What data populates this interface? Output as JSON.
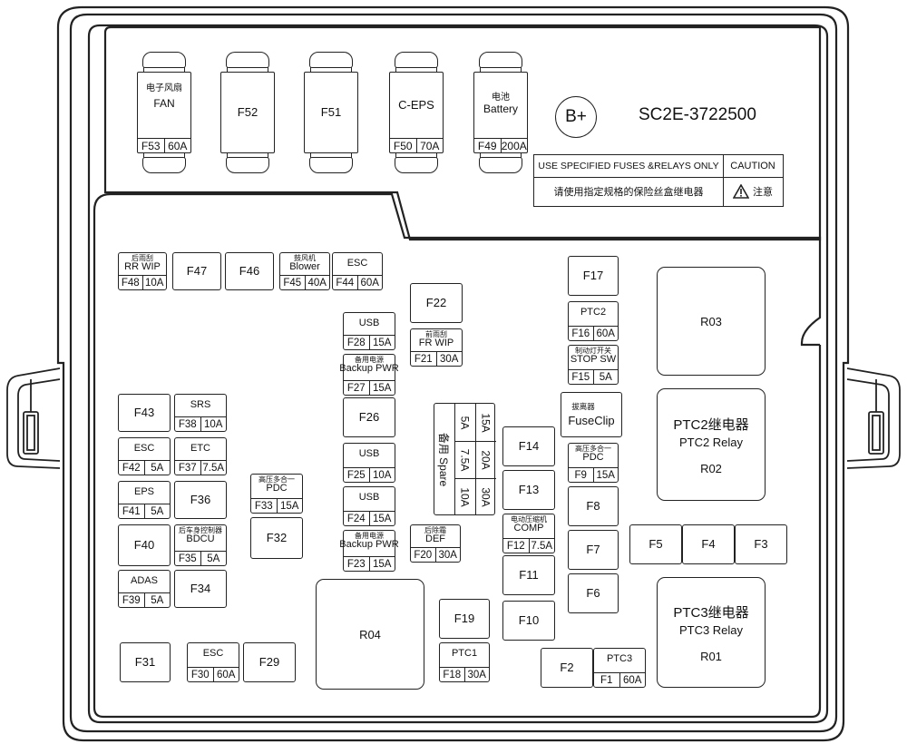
{
  "part_number": "SC2E-3722500",
  "bplus": "B+",
  "caution": {
    "en": "USE SPECIFIED FUSES &RELAYS ONLY",
    "cn": "请使用指定规格的保险丝盒继电器",
    "caution": "CAUTION",
    "warn_cn": "注意"
  },
  "big_fuses": [
    {
      "id": "F53",
      "cn": "电子风扇",
      "en": "FAN",
      "amp": "60A"
    },
    {
      "id": "F52",
      "cn": "",
      "en": "",
      "amp": ""
    },
    {
      "id": "F51",
      "cn": "",
      "en": "",
      "amp": ""
    },
    {
      "id": "F50",
      "cn": "",
      "en": "C-EPS",
      "amp": "70A"
    },
    {
      "id": "F49",
      "cn": "电池",
      "en": "Battery",
      "amp": "200A"
    }
  ],
  "fuses": [
    {
      "key": "f48",
      "id": "F48",
      "cn": "后雨刮",
      "en": "RR WIP",
      "amp": "10A"
    },
    {
      "key": "f47",
      "id": "F47"
    },
    {
      "key": "f46",
      "id": "F46"
    },
    {
      "key": "f45",
      "id": "F45",
      "cn": "鼓风机",
      "en": "Blower",
      "amp": "40A"
    },
    {
      "key": "f44",
      "id": "F44",
      "en": "ESC",
      "amp": "60A"
    },
    {
      "key": "f22",
      "id": "F22"
    },
    {
      "key": "f28",
      "id": "F28",
      "en": "USB",
      "amp": "15A"
    },
    {
      "key": "f21",
      "id": "F21",
      "cn": "前雨刮",
      "en": "FR WIP",
      "amp": "30A"
    },
    {
      "key": "f27",
      "id": "F27",
      "cn": "备用电源",
      "en": "Backup PWR",
      "amp": "15A"
    },
    {
      "key": "f26",
      "id": "F26"
    },
    {
      "key": "f25",
      "id": "F25",
      "en": "USB",
      "amp": "10A"
    },
    {
      "key": "f24",
      "id": "F24",
      "en": "USB",
      "amp": "15A"
    },
    {
      "key": "f23",
      "id": "F23",
      "cn": "备用电源",
      "en": "Backup PWR",
      "amp": "15A"
    },
    {
      "key": "f20",
      "id": "F20",
      "cn": "后除霜",
      "en": "DEF",
      "amp": "30A"
    },
    {
      "key": "f17",
      "id": "F17"
    },
    {
      "key": "f16",
      "id": "F16",
      "en": "PTC2",
      "amp": "60A"
    },
    {
      "key": "f15",
      "id": "F15",
      "cn": "制动灯开关",
      "en": "STOP SW",
      "amp": "5A"
    },
    {
      "key": "f43",
      "id": "F43"
    },
    {
      "key": "f38",
      "id": "F38",
      "en": "SRS",
      "amp": "10A"
    },
    {
      "key": "f42",
      "id": "F42",
      "en": "ESC",
      "amp": "5A"
    },
    {
      "key": "f37",
      "id": "F37",
      "en": "ETC",
      "amp": "7.5A"
    },
    {
      "key": "f41",
      "id": "F41",
      "en": "EPS",
      "amp": "5A"
    },
    {
      "key": "f36",
      "id": "F36"
    },
    {
      "key": "f33",
      "id": "F33",
      "cn": "高压多合一",
      "en": "PDC",
      "amp": "15A"
    },
    {
      "key": "f40",
      "id": "F40"
    },
    {
      "key": "f35",
      "id": "F35",
      "cn": "后车身控制器",
      "en": "BDCU",
      "amp": "5A"
    },
    {
      "key": "f32",
      "id": "F32"
    },
    {
      "key": "f39",
      "id": "F39",
      "en": "ADAS",
      "amp": "5A"
    },
    {
      "key": "f34",
      "id": "F34"
    },
    {
      "key": "f14",
      "id": "F14"
    },
    {
      "key": "f13",
      "id": "F13"
    },
    {
      "key": "f9",
      "id": "F9",
      "cn": "高压多合一",
      "en": "PDC",
      "amp": "15A"
    },
    {
      "key": "f8",
      "id": "F8"
    },
    {
      "key": "f12",
      "id": "F12",
      "cn": "电动压缩机",
      "en": "COMP",
      "amp": "7.5A"
    },
    {
      "key": "f7",
      "id": "F7"
    },
    {
      "key": "f11",
      "id": "F11"
    },
    {
      "key": "f6",
      "id": "F6"
    },
    {
      "key": "f5",
      "id": "F5"
    },
    {
      "key": "f4",
      "id": "F4"
    },
    {
      "key": "f3",
      "id": "F3"
    },
    {
      "key": "f10",
      "id": "F10"
    },
    {
      "key": "f19",
      "id": "F19"
    },
    {
      "key": "f18",
      "id": "F18",
      "en": "PTC1",
      "amp": "30A"
    },
    {
      "key": "f31",
      "id": "F31"
    },
    {
      "key": "f30",
      "id": "F30",
      "en": "ESC",
      "amp": "60A"
    },
    {
      "key": "f29",
      "id": "F29"
    },
    {
      "key": "f2",
      "id": "F2"
    },
    {
      "key": "f1",
      "id": "F1",
      "en": "PTC3",
      "amp": "60A"
    }
  ],
  "fuse_clip": {
    "cn": "拔离器",
    "en": "FuseClip"
  },
  "spare": {
    "label": "备用 Spare",
    "amps": [
      "5A",
      "15A",
      "7.5A",
      "20A",
      "10A",
      "30A"
    ]
  },
  "relays": [
    {
      "key": "r03",
      "id": "R03"
    },
    {
      "key": "r02",
      "id": "R02",
      "cn": "PTC2继电器",
      "en": "PTC2 Relay"
    },
    {
      "key": "r04",
      "id": "R04"
    },
    {
      "key": "r01",
      "id": "R01",
      "cn": "PTC3继电器",
      "en": "PTC3 Relay"
    }
  ]
}
